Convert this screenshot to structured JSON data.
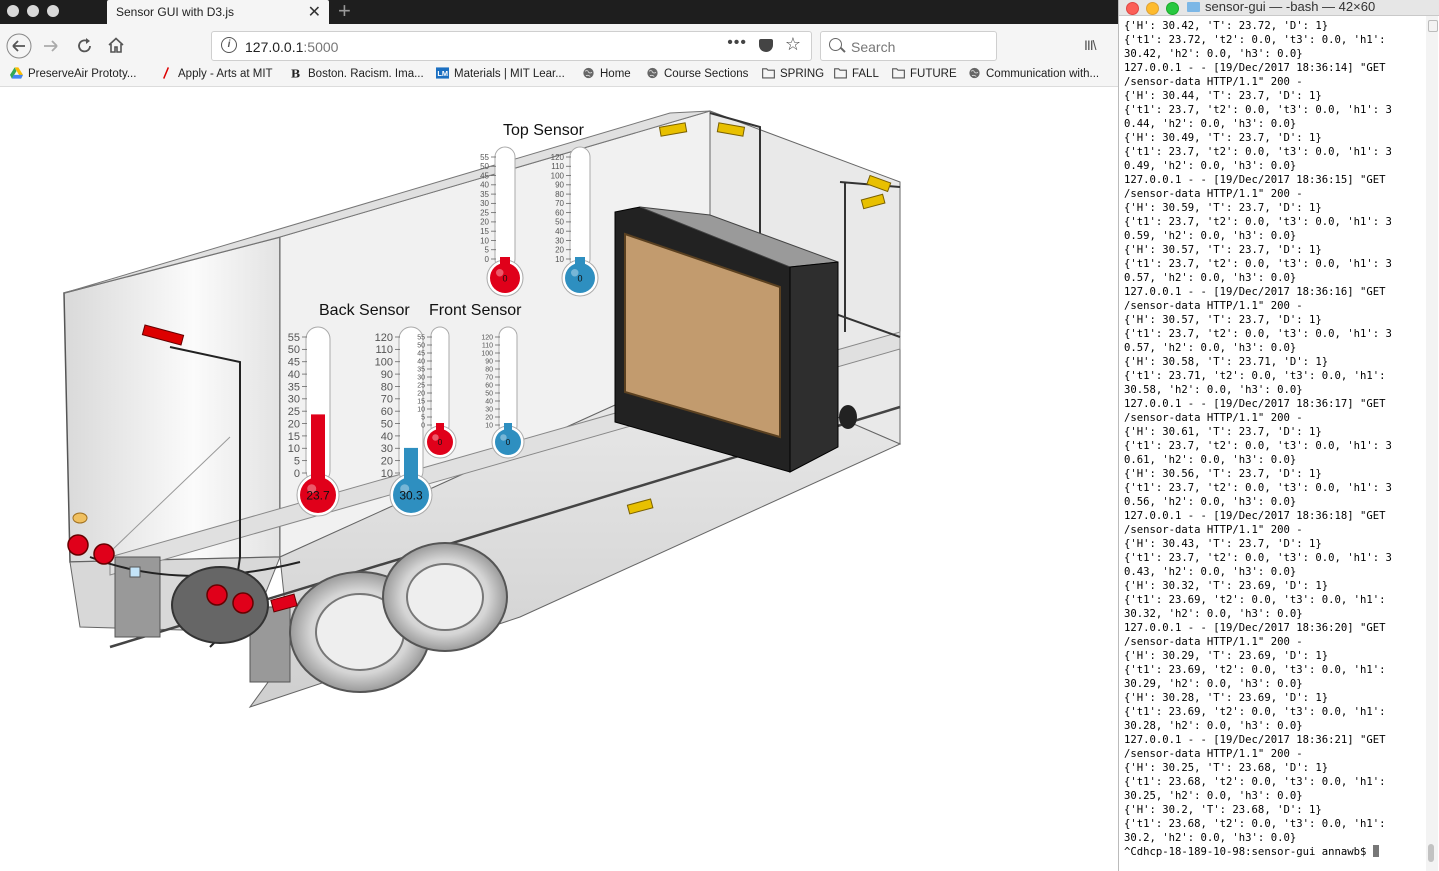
{
  "browser": {
    "tab_title": "Sensor GUI with D3.js",
    "tab_close": "✕",
    "new_tab": "+",
    "url_info": "i",
    "url_host": "127.0.0.1",
    "url_port": ":5000",
    "url_more": "•••",
    "search_placeholder": "Search",
    "library": "III\\",
    "bookmarks": [
      {
        "label": "PreserveAir Prototy...",
        "icon": "drive-icon"
      },
      {
        "label": "Apply - Arts at MIT",
        "icon": "slash-icon"
      },
      {
        "label": "Boston. Racism. Ima...",
        "icon": "gothic-b-icon"
      },
      {
        "label": "Materials | MIT Lear...",
        "icon": "lm-icon"
      },
      {
        "label": "Home",
        "icon": "globe-icon"
      },
      {
        "label": "Course Sections",
        "icon": "globe-icon"
      },
      {
        "label": "SPRING",
        "icon": "folder-icon"
      },
      {
        "label": "FALL",
        "icon": "folder-icon"
      },
      {
        "label": "FUTURE",
        "icon": "folder-icon"
      },
      {
        "label": "Communication with...",
        "icon": "globe-icon"
      }
    ]
  },
  "sensors": {
    "top": {
      "label": "Top Sensor",
      "temp": {
        "value": 0,
        "display": "0",
        "min": 0,
        "max": 55,
        "ticks": [
          "55",
          "50",
          "45",
          "40",
          "35",
          "30",
          "25",
          "20",
          "15",
          "10",
          "5",
          "0"
        ],
        "color": "#e0001a"
      },
      "humidity": {
        "value": 0,
        "display": "0",
        "min": 0,
        "max": 120,
        "ticks": [
          "120",
          "110",
          "100",
          "90",
          "80",
          "70",
          "60",
          "50",
          "40",
          "30",
          "20",
          "10"
        ],
        "color": "#2e8fc0"
      }
    },
    "back": {
      "label": "Back Sensor",
      "temp": {
        "value": 23.7,
        "display": "23.7",
        "min": 0,
        "max": 55,
        "ticks": [
          "55",
          "50",
          "45",
          "40",
          "35",
          "30",
          "25",
          "20",
          "15",
          "10",
          "5",
          "0"
        ],
        "color": "#e0001a"
      },
      "humidity": {
        "value": 30.3,
        "display": "30.3",
        "min": 10,
        "max": 120,
        "ticks": [
          "120",
          "110",
          "100",
          "90",
          "80",
          "70",
          "60",
          "50",
          "40",
          "30",
          "20",
          "10"
        ],
        "color": "#2e8fc0"
      }
    },
    "front": {
      "label": "Front Sensor",
      "temp": {
        "value": 0,
        "display": "0",
        "min": 0,
        "max": 55,
        "ticks": [
          "55",
          "50",
          "45",
          "40",
          "35",
          "30",
          "25",
          "20",
          "15",
          "10",
          "5",
          "0"
        ],
        "color": "#e0001a"
      },
      "humidity": {
        "value": 0,
        "display": "0",
        "min": 0,
        "max": 120,
        "ticks": [
          "120",
          "110",
          "100",
          "90",
          "80",
          "70",
          "60",
          "50",
          "40",
          "30",
          "20",
          "10"
        ],
        "color": "#2e8fc0"
      }
    }
  },
  "terminal": {
    "title": "sensor-gui — -bash — 42×60",
    "lines": [
      "{'H': 30.42, 'T': 23.72, 'D': 1}",
      "{'t1': 23.72, 't2': 0.0, 't3': 0.0, 'h1':",
      "30.42, 'h2': 0.0, 'h3': 0.0}",
      "127.0.0.1 - - [19/Dec/2017 18:36:14] \"GET",
      "/sensor-data HTTP/1.1\" 200 -",
      "{'H': 30.44, 'T': 23.7, 'D': 1}",
      "{'t1': 23.7, 't2': 0.0, 't3': 0.0, 'h1': 3",
      "0.44, 'h2': 0.0, 'h3': 0.0}",
      "{'H': 30.49, 'T': 23.7, 'D': 1}",
      "{'t1': 23.7, 't2': 0.0, 't3': 0.0, 'h1': 3",
      "0.49, 'h2': 0.0, 'h3': 0.0}",
      "127.0.0.1 - - [19/Dec/2017 18:36:15] \"GET",
      "/sensor-data HTTP/1.1\" 200 -",
      "{'H': 30.59, 'T': 23.7, 'D': 1}",
      "{'t1': 23.7, 't2': 0.0, 't3': 0.0, 'h1': 3",
      "0.59, 'h2': 0.0, 'h3': 0.0}",
      "{'H': 30.57, 'T': 23.7, 'D': 1}",
      "{'t1': 23.7, 't2': 0.0, 't3': 0.0, 'h1': 3",
      "0.57, 'h2': 0.0, 'h3': 0.0}",
      "127.0.0.1 - - [19/Dec/2017 18:36:16] \"GET",
      "/sensor-data HTTP/1.1\" 200 -",
      "{'H': 30.57, 'T': 23.7, 'D': 1}",
      "{'t1': 23.7, 't2': 0.0, 't3': 0.0, 'h1': 3",
      "0.57, 'h2': 0.0, 'h3': 0.0}",
      "{'H': 30.58, 'T': 23.71, 'D': 1}",
      "{'t1': 23.71, 't2': 0.0, 't3': 0.0, 'h1':",
      "30.58, 'h2': 0.0, 'h3': 0.0}",
      "127.0.0.1 - - [19/Dec/2017 18:36:17] \"GET",
      "/sensor-data HTTP/1.1\" 200 -",
      "{'H': 30.61, 'T': 23.7, 'D': 1}",
      "{'t1': 23.7, 't2': 0.0, 't3': 0.0, 'h1': 3",
      "0.61, 'h2': 0.0, 'h3': 0.0}",
      "{'H': 30.56, 'T': 23.7, 'D': 1}",
      "{'t1': 23.7, 't2': 0.0, 't3': 0.0, 'h1': 3",
      "0.56, 'h2': 0.0, 'h3': 0.0}",
      "127.0.0.1 - - [19/Dec/2017 18:36:18] \"GET",
      "/sensor-data HTTP/1.1\" 200 -",
      "{'H': 30.43, 'T': 23.7, 'D': 1}",
      "{'t1': 23.7, 't2': 0.0, 't3': 0.0, 'h1': 3",
      "0.43, 'h2': 0.0, 'h3': 0.0}",
      "{'H': 30.32, 'T': 23.69, 'D': 1}",
      "{'t1': 23.69, 't2': 0.0, 't3': 0.0, 'h1':",
      "30.32, 'h2': 0.0, 'h3': 0.0}",
      "127.0.0.1 - - [19/Dec/2017 18:36:20] \"GET",
      "/sensor-data HTTP/1.1\" 200 -",
      "{'H': 30.29, 'T': 23.69, 'D': 1}",
      "{'t1': 23.69, 't2': 0.0, 't3': 0.0, 'h1':",
      "30.29, 'h2': 0.0, 'h3': 0.0}",
      "{'H': 30.28, 'T': 23.69, 'D': 1}",
      "{'t1': 23.69, 't2': 0.0, 't3': 0.0, 'h1':",
      "30.28, 'h2': 0.0, 'h3': 0.0}",
      "127.0.0.1 - - [19/Dec/2017 18:36:21] \"GET",
      "/sensor-data HTTP/1.1\" 200 -",
      "{'H': 30.25, 'T': 23.68, 'D': 1}",
      "{'t1': 23.68, 't2': 0.0, 't3': 0.0, 'h1':",
      "30.25, 'h2': 0.0, 'h3': 0.0}",
      "{'H': 30.2, 'T': 23.68, 'D': 1}",
      "{'t1': 23.68, 't2': 0.0, 't3': 0.0, 'h1':",
      "30.2, 'h2': 0.0, 'h3': 0.0}"
    ],
    "prompt": "^Cdhcp-18-189-10-98:sensor-gui annawb$ "
  }
}
